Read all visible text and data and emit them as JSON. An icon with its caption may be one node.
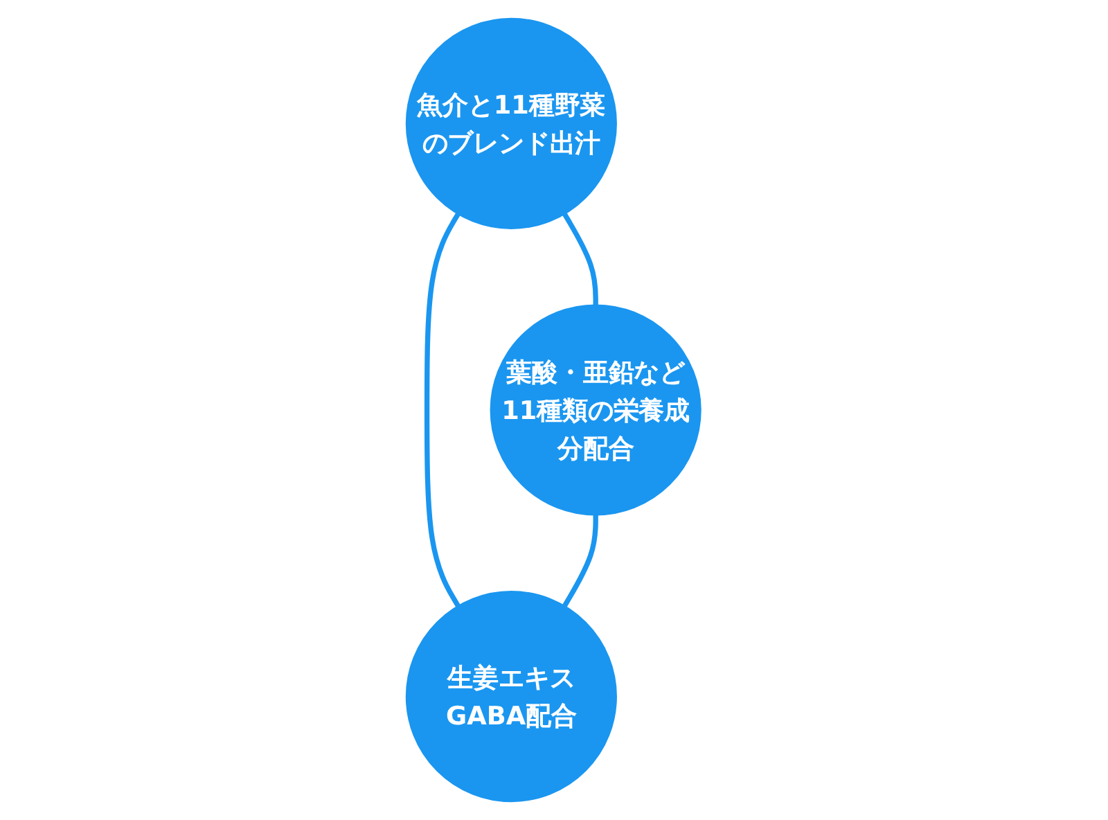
{
  "diagram": {
    "nodes": [
      {
        "text": [
          "魚介と11種野菜のブレンド出汁"
        ]
      },
      {
        "text": [
          "葉酸・亜鉛など11種類の栄養成分配合"
        ]
      },
      {
        "text": [
          "生姜エキスGABA配合"
        ]
      }
    ],
    "edges": [
      {
        "from": 0,
        "to": 1,
        "arrow": "none"
      },
      {
        "from": 0,
        "to": 2,
        "arrow": "none"
      },
      {
        "from": 1,
        "to": 2,
        "arrow": "none"
      }
    ]
  }
}
